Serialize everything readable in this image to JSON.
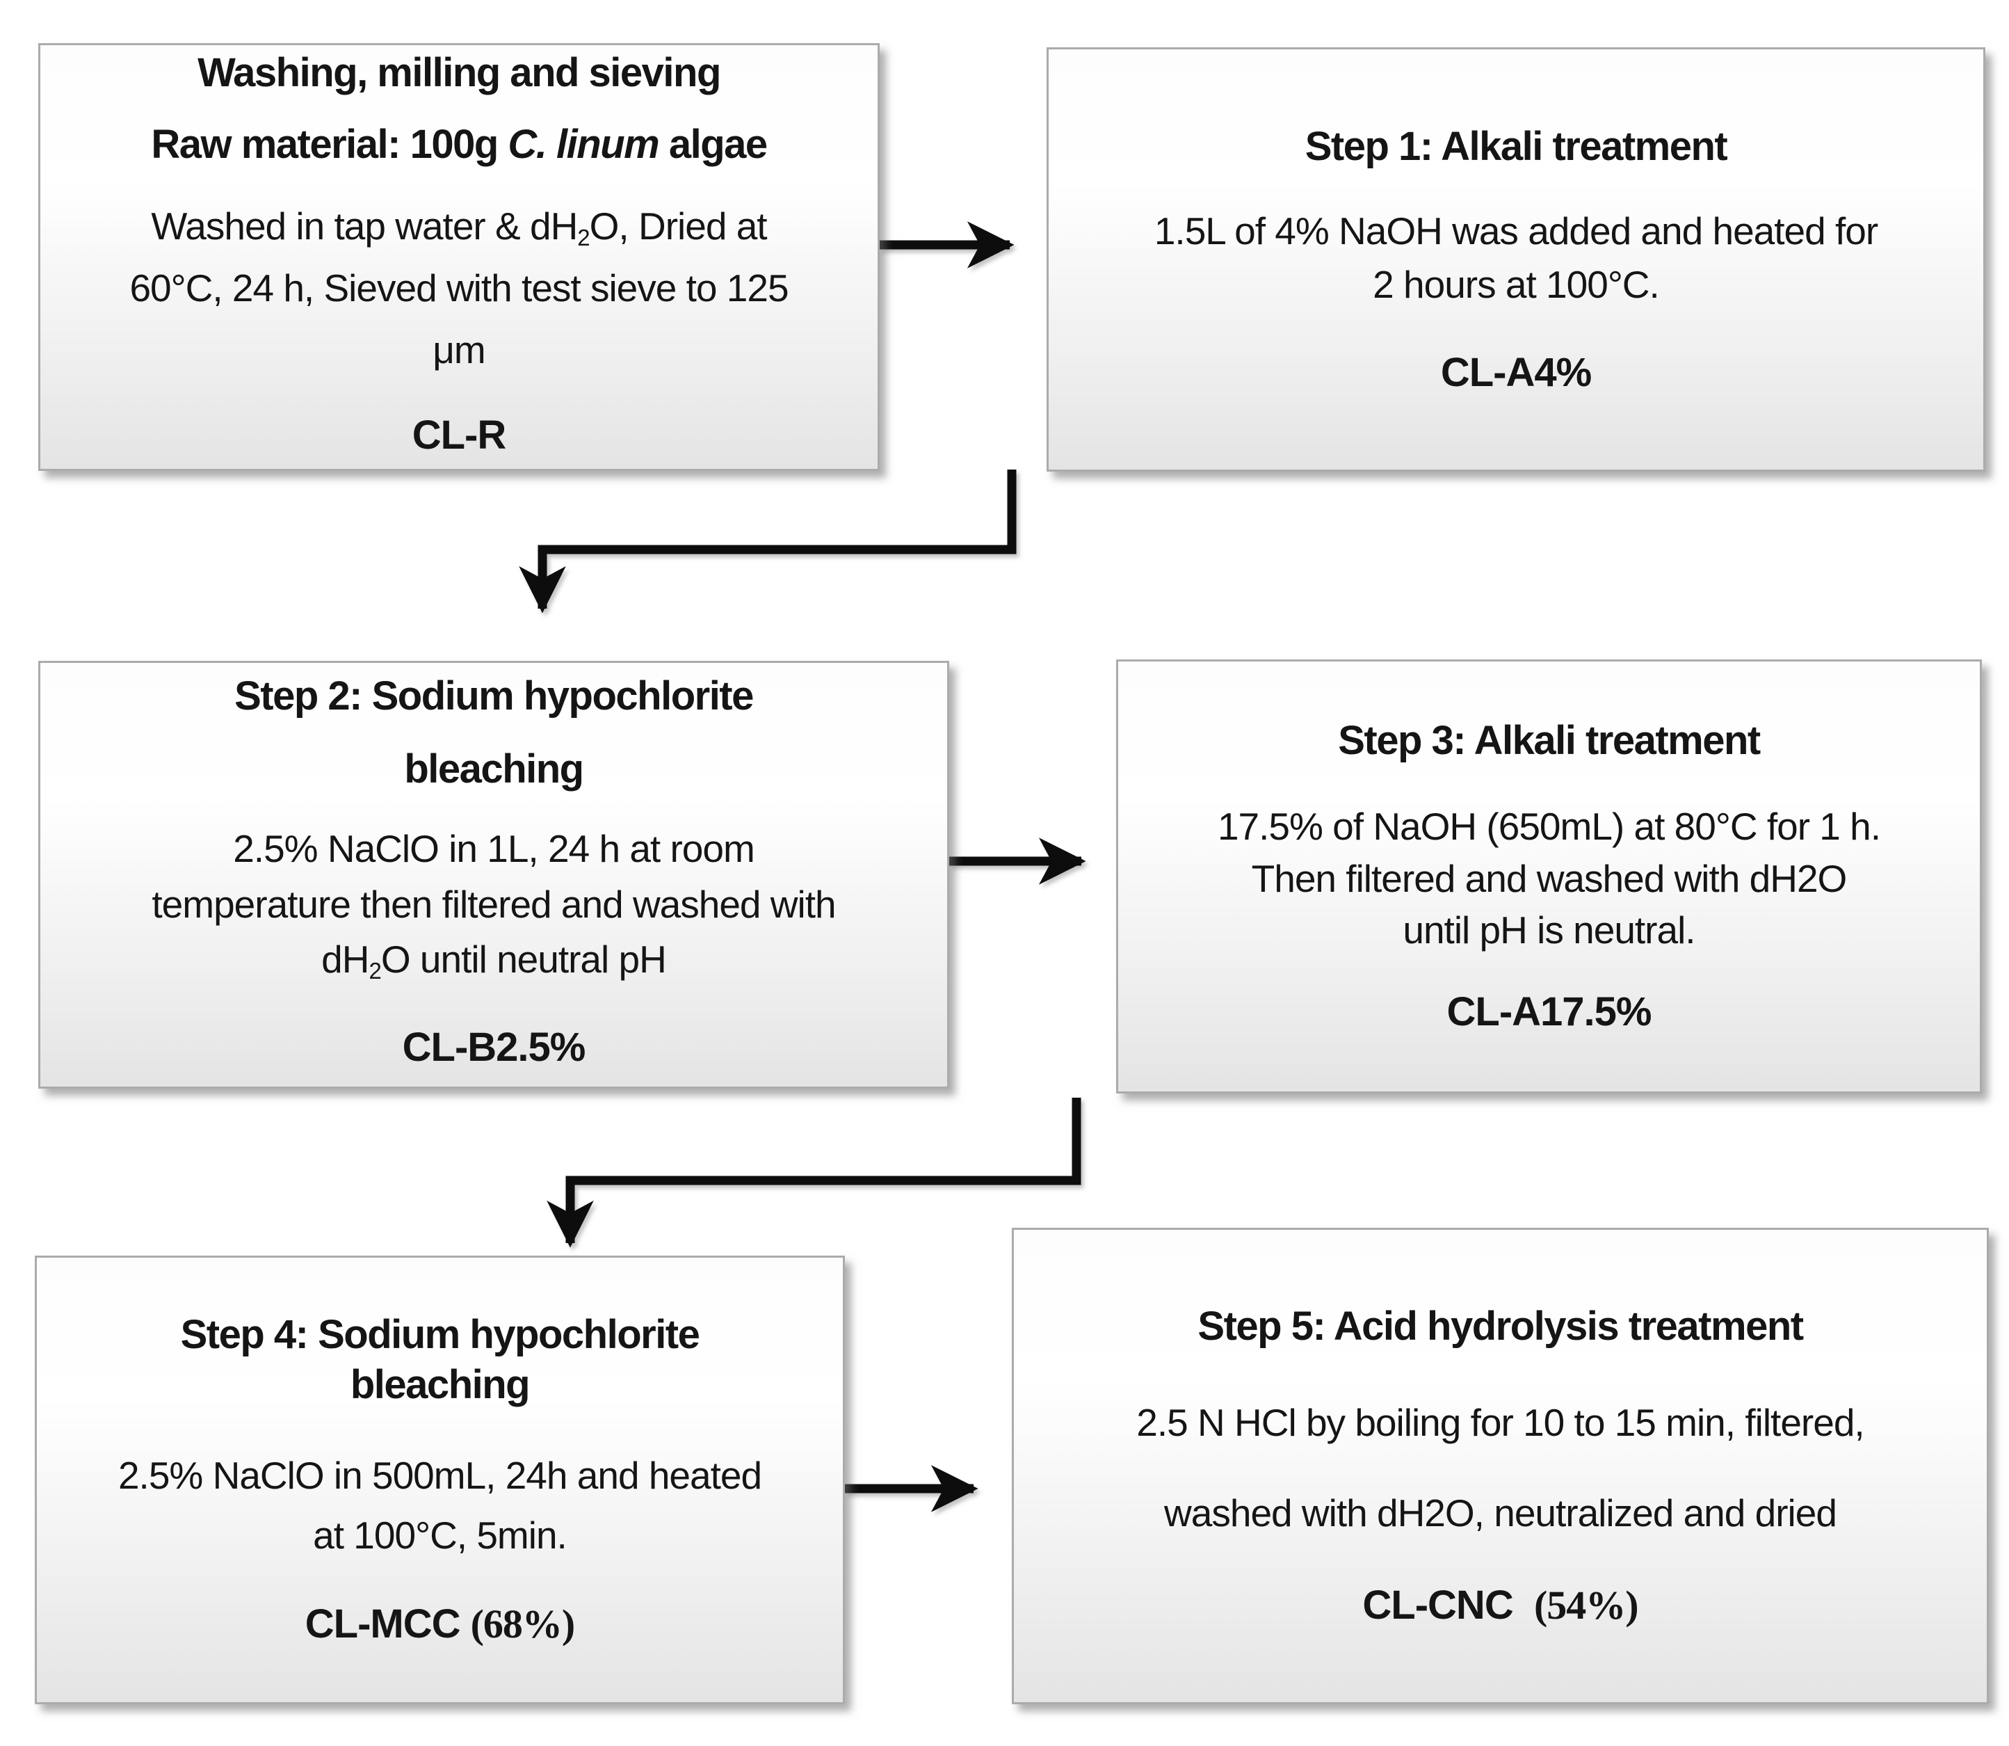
{
  "diagram": {
    "type": "flowchart",
    "subject": "Cellulose extraction process from C. linum algae",
    "colors": {
      "background": "#ffffff",
      "box_border": "#ababab",
      "box_fill_top": "#ffffff",
      "box_fill_bottom": "#e4e4e4",
      "arrow": "#0d0d0d",
      "text": "#151515"
    }
  },
  "boxes": [
    {
      "id": "raw-material",
      "heading_lines": [
        [
          {
            "t": "Washing, milling and sieving"
          }
        ],
        [
          {
            "t": "Raw material: 100g "
          },
          {
            "t": "C. linum",
            "c": "it"
          },
          {
            "t": " algae"
          }
        ]
      ],
      "body_lines": [
        [
          {
            "t": "Washed in tap water & dH"
          },
          {
            "t": "2",
            "c": "sub"
          },
          {
            "t": "O, Dried at"
          }
        ],
        [
          {
            "t": "60°C, 24 h, Sieved with test sieve to 125"
          }
        ],
        [
          {
            "t": "μm"
          }
        ]
      ],
      "label_line": [
        [
          {
            "t": "CL-R"
          }
        ]
      ]
    },
    {
      "id": "step1",
      "heading_lines": [
        [
          {
            "t": "Step 1: Alkali treatment"
          }
        ]
      ],
      "body_lines": [
        [
          {
            "t": "1.5L of 4% NaOH was added and heated for"
          }
        ],
        [
          {
            "t": "2 hours at 100°C."
          }
        ]
      ],
      "label_line": [
        [
          {
            "t": "CL-A4%"
          }
        ]
      ]
    },
    {
      "id": "step2",
      "heading_lines": [
        [
          {
            "t": "Step 2: Sodium hypochlorite"
          }
        ],
        [
          {
            "t": "bleaching"
          }
        ]
      ],
      "body_lines": [
        [
          {
            "t": "2.5% NaClO in 1L, 24 h at room"
          }
        ],
        [
          {
            "t": "temperature then filtered and washed with"
          }
        ],
        [
          {
            "t": "dH"
          },
          {
            "t": "2",
            "c": "sub"
          },
          {
            "t": "O until neutral pH"
          }
        ]
      ],
      "label_line": [
        [
          {
            "t": "CL-B2.5%"
          }
        ]
      ]
    },
    {
      "id": "step3",
      "heading_lines": [
        [
          {
            "t": "Step 3: Alkali treatment"
          }
        ]
      ],
      "body_lines": [
        [
          {
            "t": "17.5% of NaOH (650mL) at 80°C for 1 h."
          }
        ],
        [
          {
            "t": "Then filtered and washed with dH2O"
          }
        ],
        [
          {
            "t": "until pH is neutral."
          }
        ]
      ],
      "label_line": [
        [
          {
            "t": "CL-A17.5%"
          }
        ]
      ]
    },
    {
      "id": "step4",
      "heading_lines": [
        [
          {
            "t": "Step 4: Sodium hypochlorite"
          }
        ],
        [
          {
            "t": "bleaching"
          }
        ]
      ],
      "body_lines": [
        [
          {
            "t": "2.5% NaClO in 500mL, 24h and heated"
          }
        ],
        [
          {
            "t": "at 100°C, 5min."
          }
        ]
      ],
      "label_line": [
        [
          {
            "t": "CL-MCC "
          },
          {
            "t": "(68%)",
            "c": "serif"
          }
        ]
      ]
    },
    {
      "id": "step5",
      "heading_lines": [
        [
          {
            "t": "Step 5: Acid hydrolysis treatment"
          }
        ]
      ],
      "body_lines": [
        [
          {
            "t": "2.5 N HCl by boiling for 10 to 15 min, filtered,"
          }
        ],
        [
          {
            "t": "washed with dH2O, neutralized and dried"
          }
        ]
      ],
      "label_line": [
        [
          {
            "t": "CL-CNC  "
          },
          {
            "t": "(54%)",
            "c": "serif"
          }
        ]
      ]
    }
  ],
  "arrows": [
    {
      "name": "raw-material-to-step1",
      "kind": "straight-right"
    },
    {
      "name": "step1-to-step2",
      "kind": "elbow-down-left"
    },
    {
      "name": "step2-to-step3",
      "kind": "straight-right"
    },
    {
      "name": "step3-to-step4",
      "kind": "elbow-down-left"
    },
    {
      "name": "step4-to-step5",
      "kind": "straight-right"
    }
  ]
}
